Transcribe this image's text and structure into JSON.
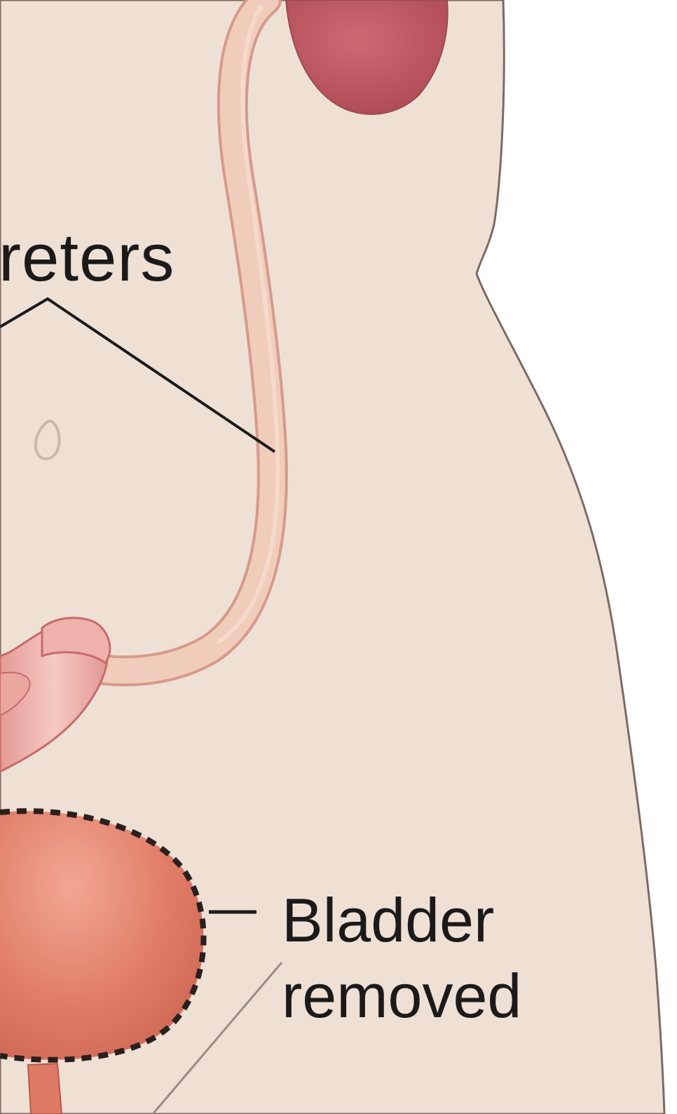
{
  "labels": {
    "ureters": "reters",
    "bladder": "Bladder",
    "removed": "removed"
  },
  "colors": {
    "background": "#ffffff",
    "body_skin": "#efe0d5",
    "body_outline": "#7d6a64",
    "kidney": "#bc5a62",
    "ureter_fill": "#f0cdbb",
    "ureter_outline": "#d69a8b",
    "ileal_conduit": "#e9a7a0",
    "bladder": "#df7a66",
    "label_text": "#1c1a19",
    "leader_line": "#1a1a1a"
  },
  "icons": [
    "kidney-shape",
    "ureter-tube",
    "stoma-conduit",
    "bladder-removed-dashed-outline",
    "navel"
  ]
}
